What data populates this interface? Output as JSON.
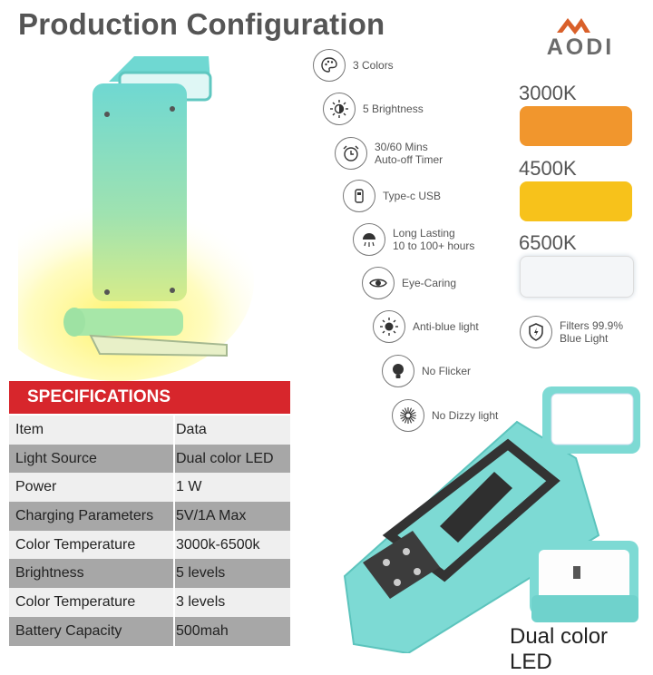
{
  "title": "Production Configuration",
  "brand": {
    "name": "AODI",
    "colors": {
      "mark": "#d9602a",
      "text": "#6b6b6b"
    }
  },
  "features": [
    {
      "icon": "palette-icon",
      "text": "3 Colors"
    },
    {
      "icon": "brightness-icon",
      "text": "5 Brightness"
    },
    {
      "icon": "alarm-clock-icon",
      "text": "30/60 Mins\nAuto-off Timer"
    },
    {
      "icon": "usb-icon",
      "text": "Type-c USB"
    },
    {
      "icon": "lamp-icon",
      "text": "Long Lasting\n10 to 100+ hours"
    },
    {
      "icon": "eye-icon",
      "text": "Eye-Caring"
    },
    {
      "icon": "sun-icon",
      "text": "Anti-blue light"
    },
    {
      "icon": "bulb-icon",
      "text": "No Flicker"
    },
    {
      "icon": "starburst-icon",
      "text": "No Dizzy light"
    }
  ],
  "filter_feature": {
    "icon": "shield-icon",
    "text": "Filters 99.9%\nBlue Light"
  },
  "color_temps": [
    {
      "label": "3000K",
      "color": "#f1962d"
    },
    {
      "label": "4500K",
      "color": "#f7c21b"
    },
    {
      "label": "6500K",
      "color": "#f4f6f8"
    }
  ],
  "specs": {
    "header": "SPECIFICATIONS",
    "columns": [
      "Item",
      "Data"
    ],
    "rows": [
      [
        "Light Source",
        "Dual color LED"
      ],
      [
        "Power",
        "1 W"
      ],
      [
        "Charging Parameters",
        "5V/1A Max"
      ],
      [
        "Color Temperature",
        "3000k-6500k"
      ],
      [
        "Brightness",
        "5 levels"
      ],
      [
        "Color Temperature",
        "3 levels"
      ],
      [
        "Battery Capacity",
        "500mah"
      ]
    ]
  },
  "dual_color_label": "Dual color LED",
  "colors": {
    "accent_red": "#d7262c",
    "lamp_teal": "#66d4cf",
    "glow_yellow": "#fff06a"
  }
}
